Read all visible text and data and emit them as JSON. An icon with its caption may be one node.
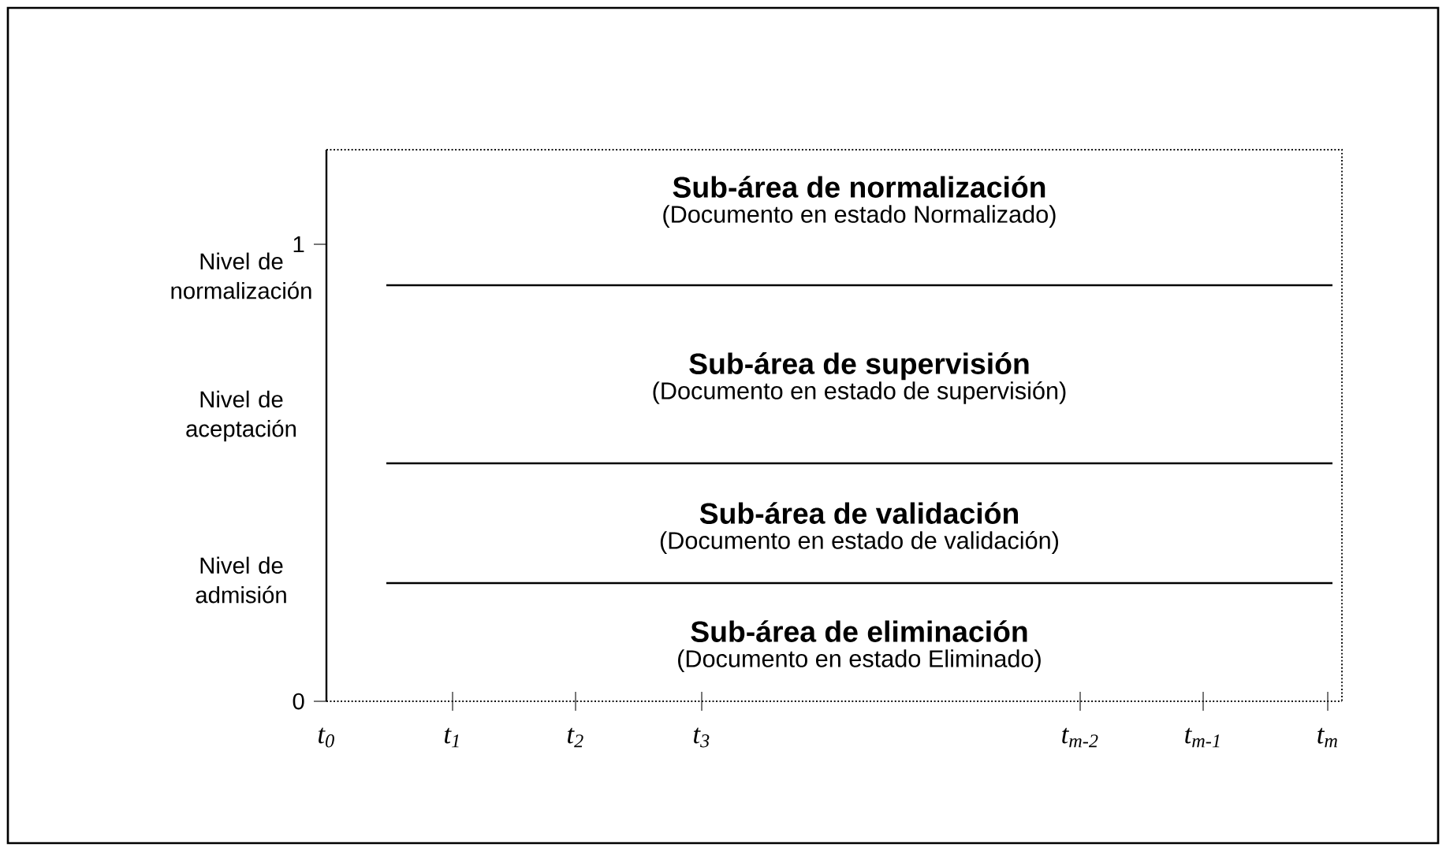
{
  "diagram": {
    "nodes": [
      {
        "text": [
          "Sub-área de normalización",
          "(Documento en estado Normalizado)"
        ]
      },
      {
        "text": [
          "Sub-área de supervisión",
          "(Documento en estado de supervisión)"
        ]
      },
      {
        "text": [
          "Sub-área de validación",
          "(Documento en estado de validación)"
        ]
      },
      {
        "text": [
          "Sub-área de eliminación",
          "(Documento en estado Eliminado)"
        ]
      }
    ],
    "labels": [
      "1",
      "Nivel de normalización",
      "Nivel de aceptación",
      "Nivel de admisión",
      "0",
      "t$_{0}$",
      "t$_{1}$",
      "t$_{2}$",
      "t$_{3}$",
      "t$_{m-2}$",
      "t$_{m-1}$",
      "t$_{m}$"
    ]
  }
}
